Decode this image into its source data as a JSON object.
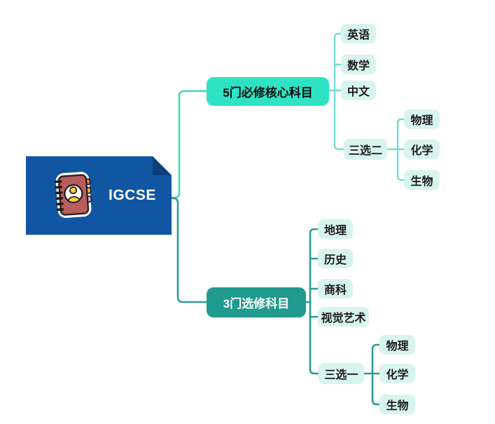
{
  "root": {
    "label": "IGCSE",
    "icon": "contact-book-icon"
  },
  "branches": [
    {
      "label": "5门必修核心科目",
      "children": [
        "英语",
        "数学",
        "中文"
      ],
      "group": {
        "label": "三选二",
        "children": [
          "物理",
          "化学",
          "生物"
        ]
      }
    },
    {
      "label": "3门选修科目",
      "children": [
        "地理",
        "历史",
        "商科",
        "视觉艺术"
      ],
      "group": {
        "label": "三选一",
        "children": [
          "物理",
          "化学",
          "生物"
        ]
      }
    }
  ],
  "colors": {
    "canvas_bg": "#ffffff",
    "root_fill": "#1156a3",
    "root_fold": "#0b3e7a",
    "core_branch_fill": "#2ee3c4",
    "elective_branch_fill": "#209a8e",
    "leaf_fill": "#d8f4ee",
    "line_root_to_core": "#4ecfc0",
    "line_core_children": "#76dcd0",
    "line_elective": "#2b9c93",
    "icon_book_red": "#b85c5e",
    "icon_tab_orange": "#e0795a",
    "icon_tab_yellow": "#f2c94c",
    "icon_tab_purple": "#c9ade9"
  }
}
